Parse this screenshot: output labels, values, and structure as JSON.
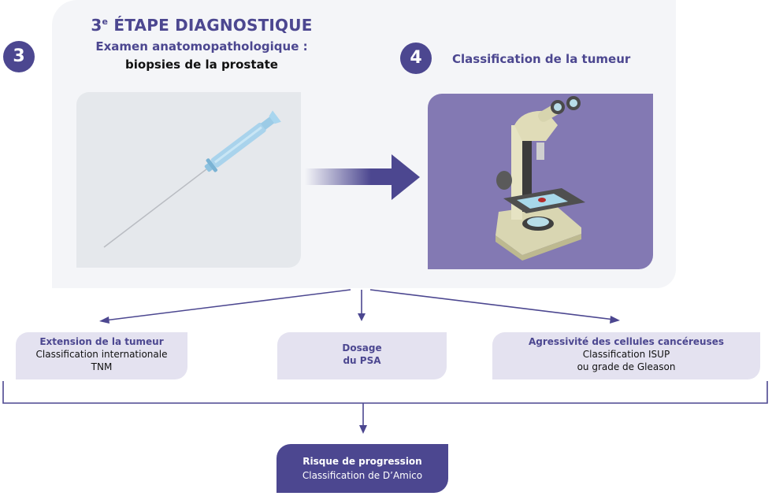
{
  "step3": {
    "number": "3",
    "title_prefix": "3",
    "title_sup": "e",
    "title_main": " ÉTAPE DIAGNOSTIQUE",
    "subtitle": "Examen anatomopathologique :",
    "subtitle2": "biopsies de la prostate",
    "image": "syringe-icon"
  },
  "step4": {
    "number": "4",
    "title": "Classification de la tumeur",
    "image": "microscope-icon"
  },
  "outcomes": [
    {
      "heading": "Extension de la tumeur",
      "lines": [
        "Classification internationale",
        "TNM"
      ]
    },
    {
      "heading": "Dosage",
      "heading2": "du PSA",
      "lines": []
    },
    {
      "heading": "Agressivité des cellules cancéreuses",
      "lines": [
        "Classification ISUP",
        "ou grade de Gleason"
      ]
    }
  ],
  "final": {
    "heading": "Risque de progression",
    "line": "Classification de D’Amico"
  },
  "colors": {
    "accent": "#4c4790",
    "panel": "#f4f5f8",
    "box_light": "#e4e2f0",
    "microscope_bg": "#8379b3"
  }
}
